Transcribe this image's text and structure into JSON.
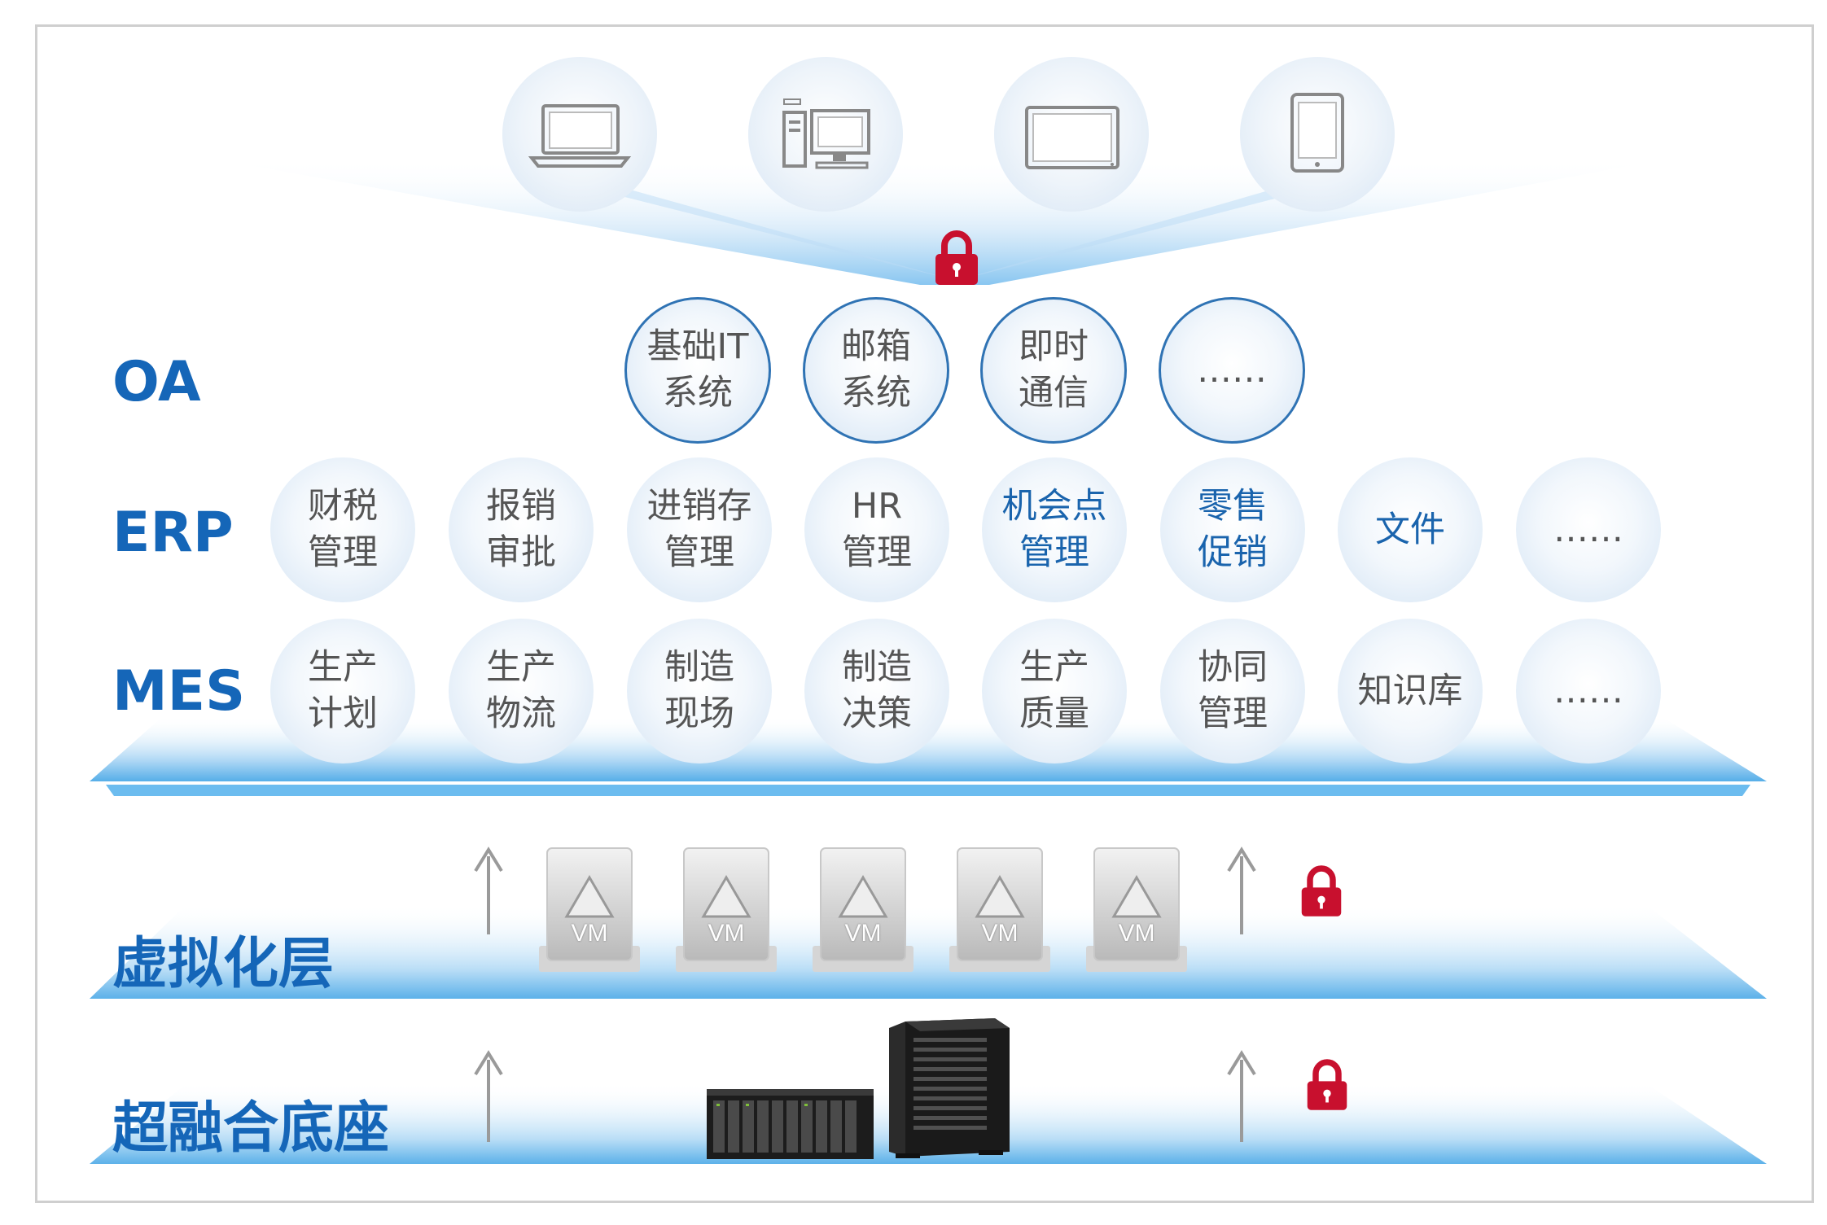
{
  "devices": [
    {
      "name": "laptop-icon"
    },
    {
      "name": "desktop-pc-icon"
    },
    {
      "name": "all-in-one-monitor-icon"
    },
    {
      "name": "tablet-icon"
    }
  ],
  "layers": {
    "oa": {
      "label": "OA",
      "items": [
        "基础IT\n系统",
        "邮箱\n系统",
        "即时\n通信",
        "……"
      ]
    },
    "erp": {
      "label": "ERP",
      "items": [
        "财税\n管理",
        "报销\n审批",
        "进销存\n管理",
        "HR\n管理",
        "机会点\n管理",
        "零售\n促销",
        "文件",
        "……"
      ]
    },
    "mes": {
      "label": "MES",
      "items": [
        "生产\n计划",
        "生产\n物流",
        "制造\n现场",
        "制造\n决策",
        "生产\n质量",
        "协同\n管理",
        "知识库",
        "……"
      ]
    },
    "virtualization": {
      "label": "虚拟化层",
      "vm_label": "VM",
      "vm_count": 5
    },
    "hci": {
      "label": "超融合底座"
    }
  },
  "colors": {
    "label_blue": "#1566b8",
    "bubble_text": "#555555",
    "highlight_text": "#1a64ad",
    "lock_red": "#c8102e",
    "band_blue": "#5fb3ea"
  }
}
